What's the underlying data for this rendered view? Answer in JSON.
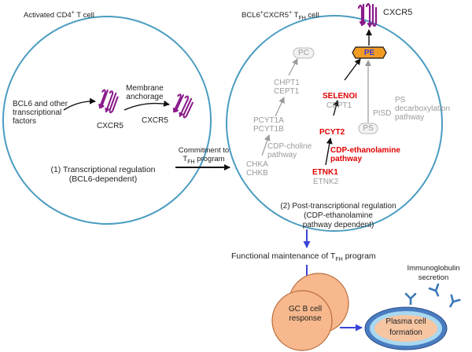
{
  "left_cell": {
    "title_pre": "Activated CD4",
    "title_sup": "+",
    "title_post": " T cell",
    "tf_line1": "BCL6 and other",
    "tf_line2": "transcriptional",
    "tf_line3": "factors",
    "cxcr5_a": "CXCR5",
    "membrane_line1": "Membrane",
    "membrane_line2": "anchorage",
    "cxcr5_b": "CXCR5",
    "reg_line1": "(1) Transcriptional regulation",
    "reg_line2": "(BCL6-dependent)"
  },
  "commitment": {
    "line1": "Commitment to",
    "t": "T",
    "fh": "FH",
    "program": " program"
  },
  "right_cell": {
    "title_pre": "BCL6",
    "title_sup1": "+",
    "title_mid": "CXCR5",
    "title_sup2": "+",
    "title_t": " T",
    "title_fh": "FH",
    "title_post": " cell",
    "cxcr5_top": "CXCR5",
    "pc": "PC",
    "pe": "PE",
    "ps": "PS",
    "chpt1": "CHPT1",
    "cept1_a": "CEPT1",
    "pcyt1a": "PCYT1A",
    "pcyt1b": "PCYT1B",
    "cdp_choline_1": "CDP-choline",
    "cdp_choline_2": "pathway",
    "chka": "CHKA",
    "chkb": "CHKB",
    "selenoi": "SELENOI",
    "cept1_b": "CEPT1",
    "pcyt2": "PCYT2",
    "cdp_etn_1": "CDP-ethanolamine",
    "cdp_etn_2": "pathway",
    "etnk1": "ETNK1",
    "etnk2": "ETNK2",
    "ps_decarb_1": "PS",
    "ps_decarb_2": "decarboxylation",
    "ps_decarb_3": "pathway",
    "pisd": "PISD",
    "reg_line1": "(2) Post-transcriptional regulation",
    "reg_line2": "(CDP-ethanolamine",
    "reg_line3": "pathway dependent)"
  },
  "bottom": {
    "functional_pre": "Functional maintenance of T",
    "functional_sub": "FH",
    "functional_post": " program",
    "gc_line1": "GC B cell",
    "gc_line2": "response",
    "plasma_line1": "Plasma cell",
    "plasma_line2": "formation",
    "ig_line1": "Immunoglobulin",
    "ig_line2": "secretion"
  },
  "colors": {
    "cell_outline": "#4a9cc0",
    "receptor": "#8a1a8a",
    "pathway_red": "#e00000",
    "pathway_gray": "#9a9a9a",
    "pe_fill": "#f39c24",
    "blue_arrow": "#3a44d8",
    "gc_fill": "#f6b88c",
    "plasma_outer": "#4a7cc0",
    "plasma_inner": "#f6c5a2",
    "antibody": "#3a78b8"
  }
}
